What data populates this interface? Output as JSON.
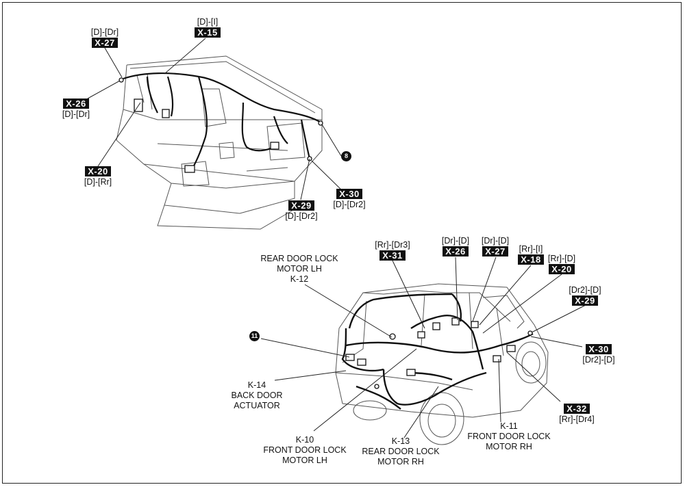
{
  "top_callouts": [
    {
      "id": "x27-top",
      "code": "X-27",
      "circuit": "[D]-[Dr]",
      "circuit_pos": "above"
    },
    {
      "id": "x15-top",
      "code": "X-15",
      "circuit": "[D]-[I]",
      "circuit_pos": "above"
    },
    {
      "id": "x26-top",
      "code": "X-26",
      "circuit": "[D]-[Dr]",
      "circuit_pos": "below"
    },
    {
      "id": "x20-top",
      "code": "X-20",
      "circuit": "[D]-[Rr]",
      "circuit_pos": "below"
    },
    {
      "id": "x30-top",
      "code": "X-30",
      "circuit": "[D]-[Dr2]",
      "circuit_pos": "below"
    },
    {
      "id": "x29-top",
      "code": "X-29",
      "circuit": "[D]-[Dr2]",
      "circuit_pos": "below"
    }
  ],
  "bottom_callouts": [
    {
      "id": "x31-bot",
      "code": "X-31",
      "circuit": "[Rr]-[Dr3]",
      "circuit_pos": "above"
    },
    {
      "id": "x26-bot",
      "code": "X-26",
      "circuit": "[Dr]-[D]",
      "circuit_pos": "above"
    },
    {
      "id": "x27-bot",
      "code": "X-27",
      "circuit": "[Dr]-[D]",
      "circuit_pos": "above"
    },
    {
      "id": "x18-bot",
      "code": "X-18",
      "circuit": "[Rr]-[I]",
      "circuit_pos": "above"
    },
    {
      "id": "x20-bot",
      "code": "X-20",
      "circuit": "[Rr]-[D]",
      "circuit_pos": "above"
    },
    {
      "id": "x29-bot",
      "code": "X-29",
      "circuit": "[Dr2]-[D]",
      "circuit_pos": "above"
    },
    {
      "id": "x30-bot",
      "code": "X-30",
      "circuit": "[Dr2]-[D]",
      "circuit_pos": "below"
    },
    {
      "id": "x32-bot",
      "code": "X-32",
      "circuit": "[Rr]-[Dr4]",
      "circuit_pos": "below"
    }
  ],
  "markers": {
    "top": "8",
    "bottom": "11"
  },
  "components": {
    "k12": {
      "line1": "REAR DOOR LOCK",
      "line2": "MOTOR LH",
      "line3": "K-12"
    },
    "k14": {
      "line1": "K-14",
      "line2": "BACK DOOR",
      "line3": "ACTUATOR"
    },
    "k10": {
      "line1": "K-10",
      "line2": "FRONT DOOR LOCK",
      "line3": "MOTOR LH"
    },
    "k13": {
      "line1": "K-13",
      "line2": "REAR DOOR LOCK",
      "line3": "MOTOR RH"
    },
    "k11": {
      "line1": "K-11",
      "line2": "FRONT DOOR LOCK",
      "line3": "MOTOR RH"
    }
  }
}
